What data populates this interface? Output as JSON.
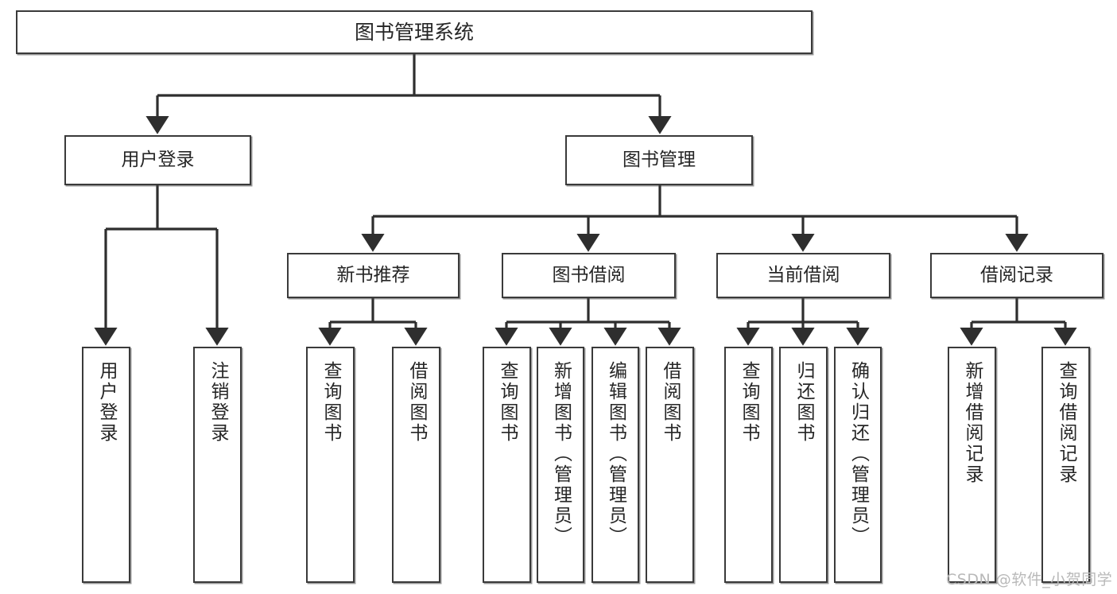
{
  "diagram": {
    "title": "图书管理系统",
    "type": "tree-hierarchy-diagram",
    "orientation": "top-down",
    "colors": {
      "box_border": "#3a3a3a",
      "box_fill": "#ffffff",
      "edge": "#2e2e2e",
      "text": "#262626",
      "watermark": "#b9b9b9"
    }
  },
  "watermark": {
    "text": "CSDN @软件_小贺同学"
  },
  "nodes": {
    "root": {
      "label": "图书管理系统"
    },
    "level2": [
      {
        "id": "user-login",
        "label": "用户登录"
      },
      {
        "id": "book-management",
        "label": "图书管理"
      }
    ],
    "level3": [
      {
        "id": "new-book-recommend",
        "label": "新书推荐"
      },
      {
        "id": "book-borrow",
        "label": "图书借阅"
      },
      {
        "id": "current-borrow",
        "label": "当前借阅"
      },
      {
        "id": "borrow-record",
        "label": "借阅记录"
      }
    ],
    "leaves": {
      "user_login": [
        {
          "id": "leaf-user-login",
          "label": "用户登录"
        },
        {
          "id": "leaf-logout-login",
          "label": "注销登录"
        }
      ],
      "new_book_recommend": [
        {
          "id": "leaf-query-book-1",
          "label": "查询图书"
        },
        {
          "id": "leaf-borrow-book-1",
          "label": "借阅图书"
        }
      ],
      "book_borrow": [
        {
          "id": "leaf-query-book-2",
          "label": "查询图书"
        },
        {
          "id": "leaf-add-book",
          "label": "新增图书（管理员）"
        },
        {
          "id": "leaf-edit-book",
          "label": "编辑图书（管理员）"
        },
        {
          "id": "leaf-borrow-book-2",
          "label": "借阅图书"
        }
      ],
      "current_borrow": [
        {
          "id": "leaf-query-book-3",
          "label": "查询图书"
        },
        {
          "id": "leaf-return-book",
          "label": "归还图书"
        },
        {
          "id": "leaf-confirm-return",
          "label": "确认归还（管理员）"
        }
      ],
      "borrow_record": [
        {
          "id": "leaf-add-record",
          "label": "新增借阅记录"
        },
        {
          "id": "leaf-query-record",
          "label": "查询借阅记录"
        }
      ]
    }
  }
}
